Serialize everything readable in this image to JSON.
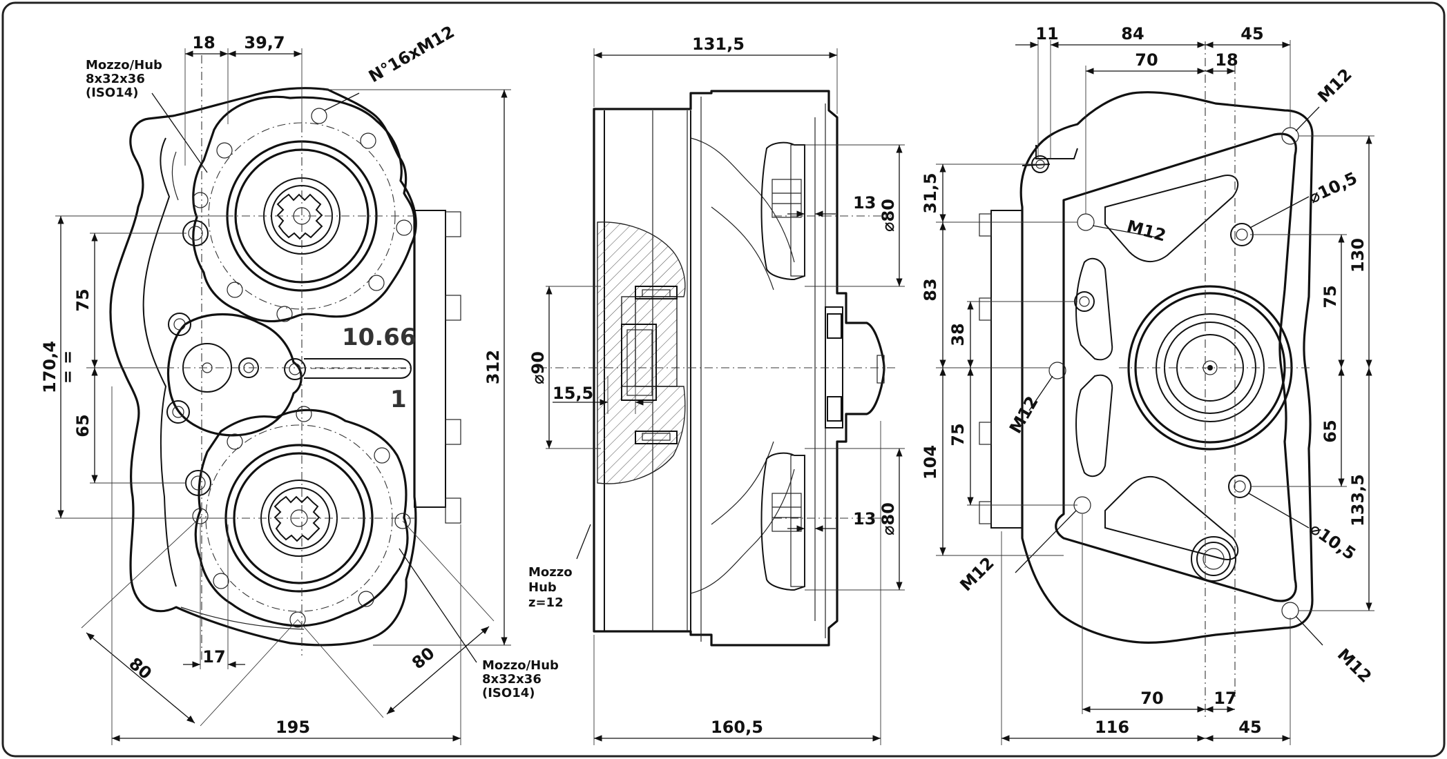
{
  "front_view": {
    "dims_top": [
      "18",
      "39,7"
    ],
    "thread_note": "N°16xM12",
    "hub_top": [
      "Mozzo/Hub",
      "8x32x36",
      "(ISO14)"
    ],
    "dims_left": [
      "75",
      "65",
      "170,4",
      "= ="
    ],
    "model_label": "10.66",
    "ratio_label": "1",
    "height": "312",
    "dim_17": "17",
    "diag_left": "80",
    "diag_right": "80",
    "width": "195",
    "hub_bottom": [
      "Mozzo/Hub",
      "8x32x36",
      "(ISO14)"
    ]
  },
  "side_view": {
    "top_width": "131,5",
    "dia_top": "⌀80",
    "dim13_top": "13",
    "dia_90": "⌀90",
    "dim_15_5": "15,5",
    "dia_bottom": "⌀80",
    "dim13_bottom": "13",
    "hub_note": [
      "Mozzo",
      "Hub",
      "z=12"
    ],
    "bottom_width": "160,5"
  },
  "rear_view": {
    "top_dims": [
      "11",
      "84",
      "45"
    ],
    "top_dims_2": [
      "70",
      "18"
    ],
    "m12_labels": [
      "M12",
      "M12",
      "M12",
      "M12",
      "M12"
    ],
    "hole_labels": [
      "⌀10,5",
      "⌀10,5"
    ],
    "left_dims": [
      "31,5",
      "83",
      "38",
      "75",
      "104"
    ],
    "right_dims": [
      "130",
      "75",
      "65",
      "133,5"
    ],
    "bottom_dims": [
      "70",
      "17"
    ],
    "bottom_dims_2": [
      "116",
      "45"
    ]
  }
}
